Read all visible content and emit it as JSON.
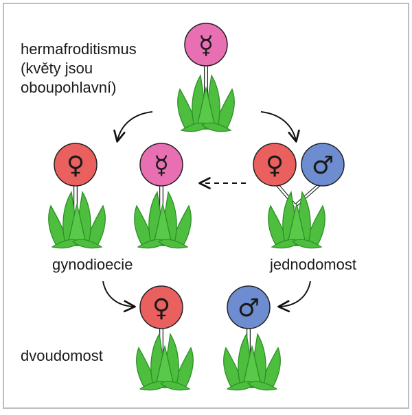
{
  "labels": {
    "hermaphroditism_line1": "hermafroditismus",
    "hermaphroditism_line2": "(květy jsou",
    "hermaphroditism_line3": "oboupohlavní)",
    "gynodioecy": "gynodioecie",
    "monoecy": "jednodomost",
    "dioecy": "dvoudomost"
  },
  "symbols": {
    "hermaphrodite": "☿",
    "female": "♀",
    "male": "♂"
  },
  "colors": {
    "hermaphrodite_flower": "#E76FB2",
    "female_flower": "#E9605E",
    "male_flower": "#6D8DD0",
    "leaf": "#4DBE3E",
    "leaf_dark": "#2E8F27",
    "stem": "#ffffff",
    "outline": "#222222",
    "frame": "#bdbdbd"
  }
}
